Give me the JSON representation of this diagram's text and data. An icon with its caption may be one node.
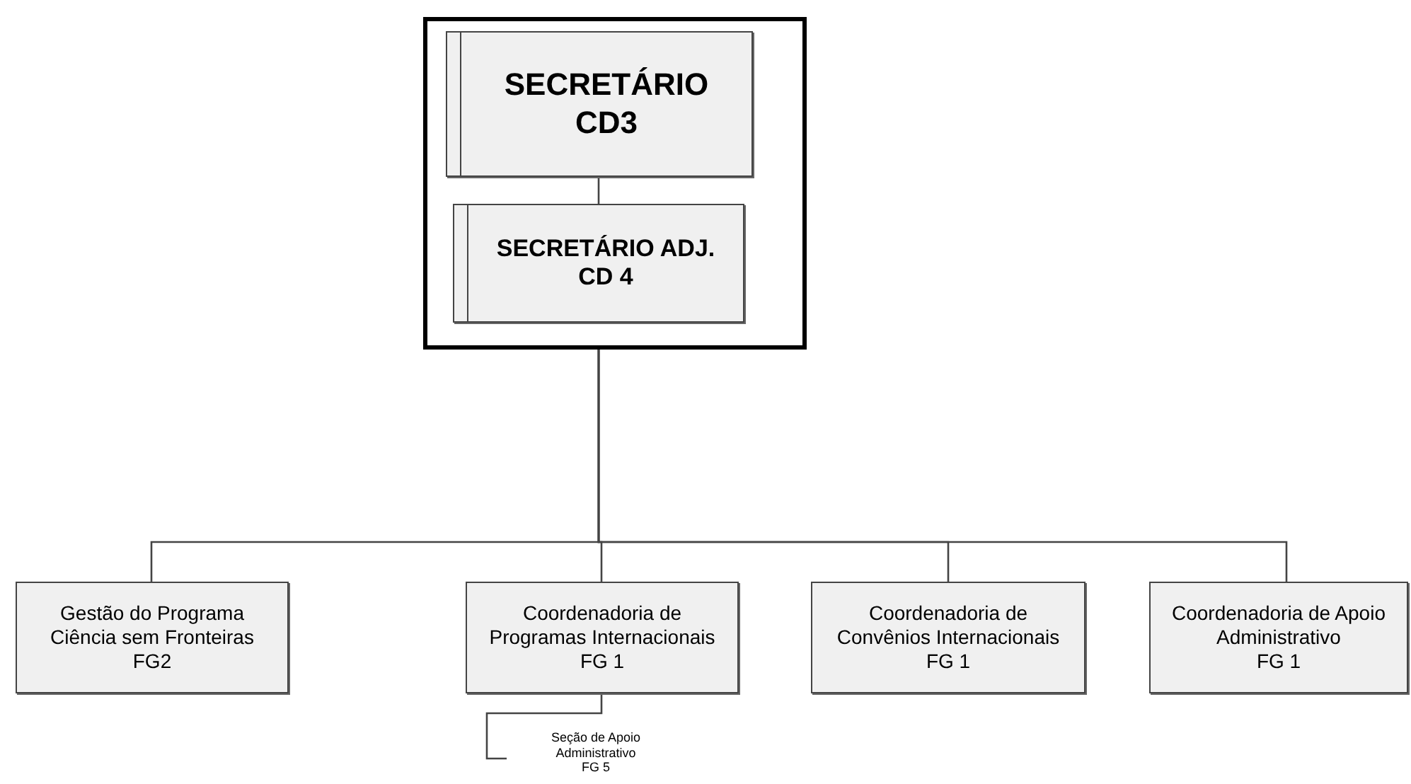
{
  "diagram": {
    "nodes": [
      {
        "text": [],
        "shape": "box"
      },
      {
        "text": [
          "SECRETÁRIO",
          "CD3"
        ],
        "in": 0
      },
      {
        "text": [
          "SECRETÁRIO ADJ.",
          "CD 4"
        ],
        "in": 0
      },
      {
        "text": [
          "Gestão do Programa Ciência sem Fronteiras",
          "FG2"
        ]
      },
      {
        "text": [
          "Coordenadoria de Programas Internacionais",
          "FG 1"
        ]
      },
      {
        "text": [
          "Coordenadoria de Convênios Internacionais",
          "FG 1"
        ]
      },
      {
        "text": [
          "Coordenadoria de Apoio Administrativo",
          "FG 1"
        ]
      },
      {
        "text": [
          "Seção de Apoio Administrativo",
          "FG 5"
        ]
      }
    ],
    "edges": [
      {
        "from": 1,
        "to": 2,
        "arrow": "none"
      },
      {
        "from": 0,
        "to": 3,
        "arrow": "none"
      },
      {
        "from": 0,
        "to": 4,
        "arrow": "none"
      },
      {
        "from": 0,
        "to": 5,
        "arrow": "none"
      },
      {
        "from": 0,
        "to": 6,
        "arrow": "none"
      },
      {
        "from": 4,
        "to": 7,
        "arrow": "none"
      }
    ]
  }
}
